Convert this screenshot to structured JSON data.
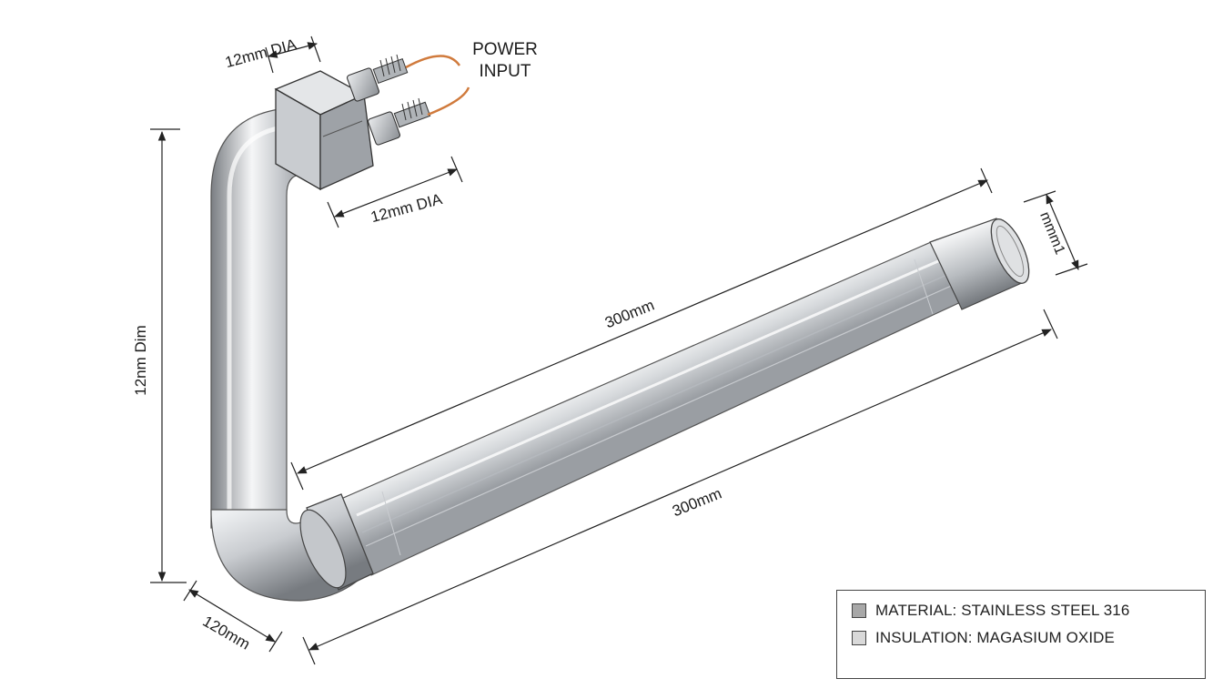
{
  "labels": {
    "power_input_line1": "POWER",
    "power_input_line2": "INPUT",
    "terminal_dia_top": "12mm DIA",
    "terminal_dia_bottom": "12mm DIA",
    "vertical_leg": "12nm Dim",
    "length_top": "300mm",
    "length_bottom": "300mm",
    "bend_width": "120mm",
    "end_cap": "mmm1"
  },
  "legend": {
    "items": [
      {
        "label": "MATERIAL: STAINLESS STEEL 316",
        "color": "#a8a8a8"
      },
      {
        "label": "INSULATION: MAGASIUM OXIDE",
        "color": "#d9d9d9"
      }
    ]
  },
  "colors": {
    "steel_dark": "#6f7378",
    "steel_mid": "#b9bdc2",
    "steel_light": "#f4f5f6",
    "wire": "#d07a3c",
    "dimension_line": "#222222"
  }
}
